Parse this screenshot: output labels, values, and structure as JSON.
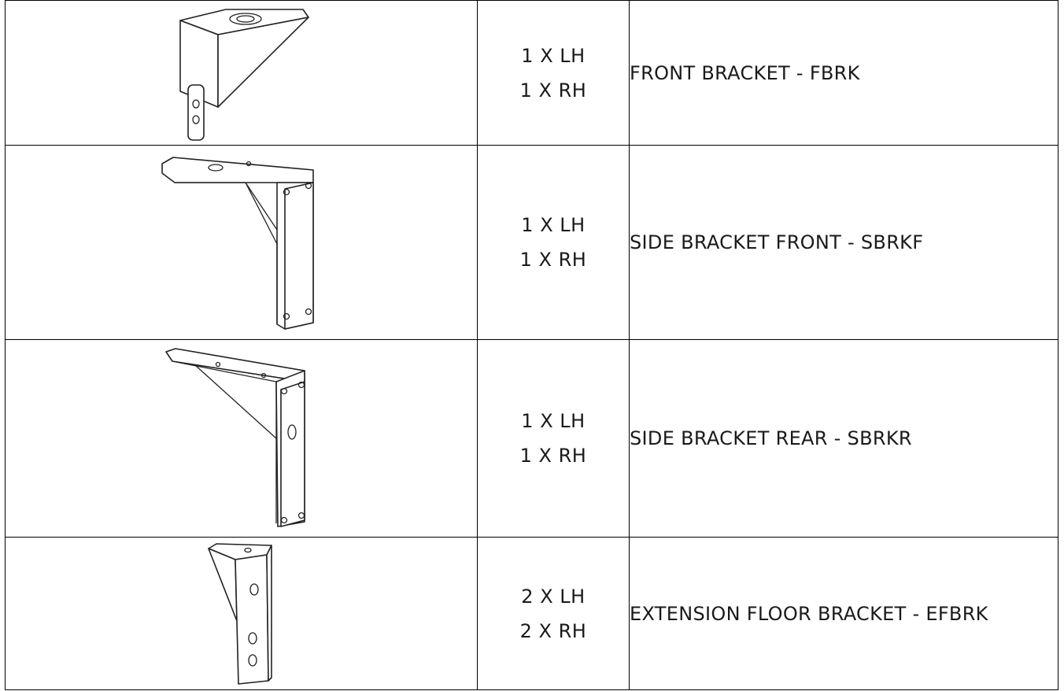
{
  "rows": [
    {
      "image_icon": "front-bracket-icon",
      "qty": [
        "1 X LH",
        "1 X RH"
      ],
      "name": "FRONT BRACKET - FBRK"
    },
    {
      "image_icon": "side-bracket-front-icon",
      "qty": [
        "1 X LH",
        "1 X RH"
      ],
      "name": "SIDE BRACKET FRONT - SBRKF"
    },
    {
      "image_icon": "side-bracket-rear-icon",
      "qty": [
        "1 X LH",
        "1 X RH"
      ],
      "name": "SIDE BRACKET REAR - SBRKR"
    },
    {
      "image_icon": "extension-floor-bracket-icon",
      "qty": [
        "2 X LH",
        "2 X RH"
      ],
      "name": "EXTENSION FLOOR BRACKET - EFBRK"
    }
  ]
}
